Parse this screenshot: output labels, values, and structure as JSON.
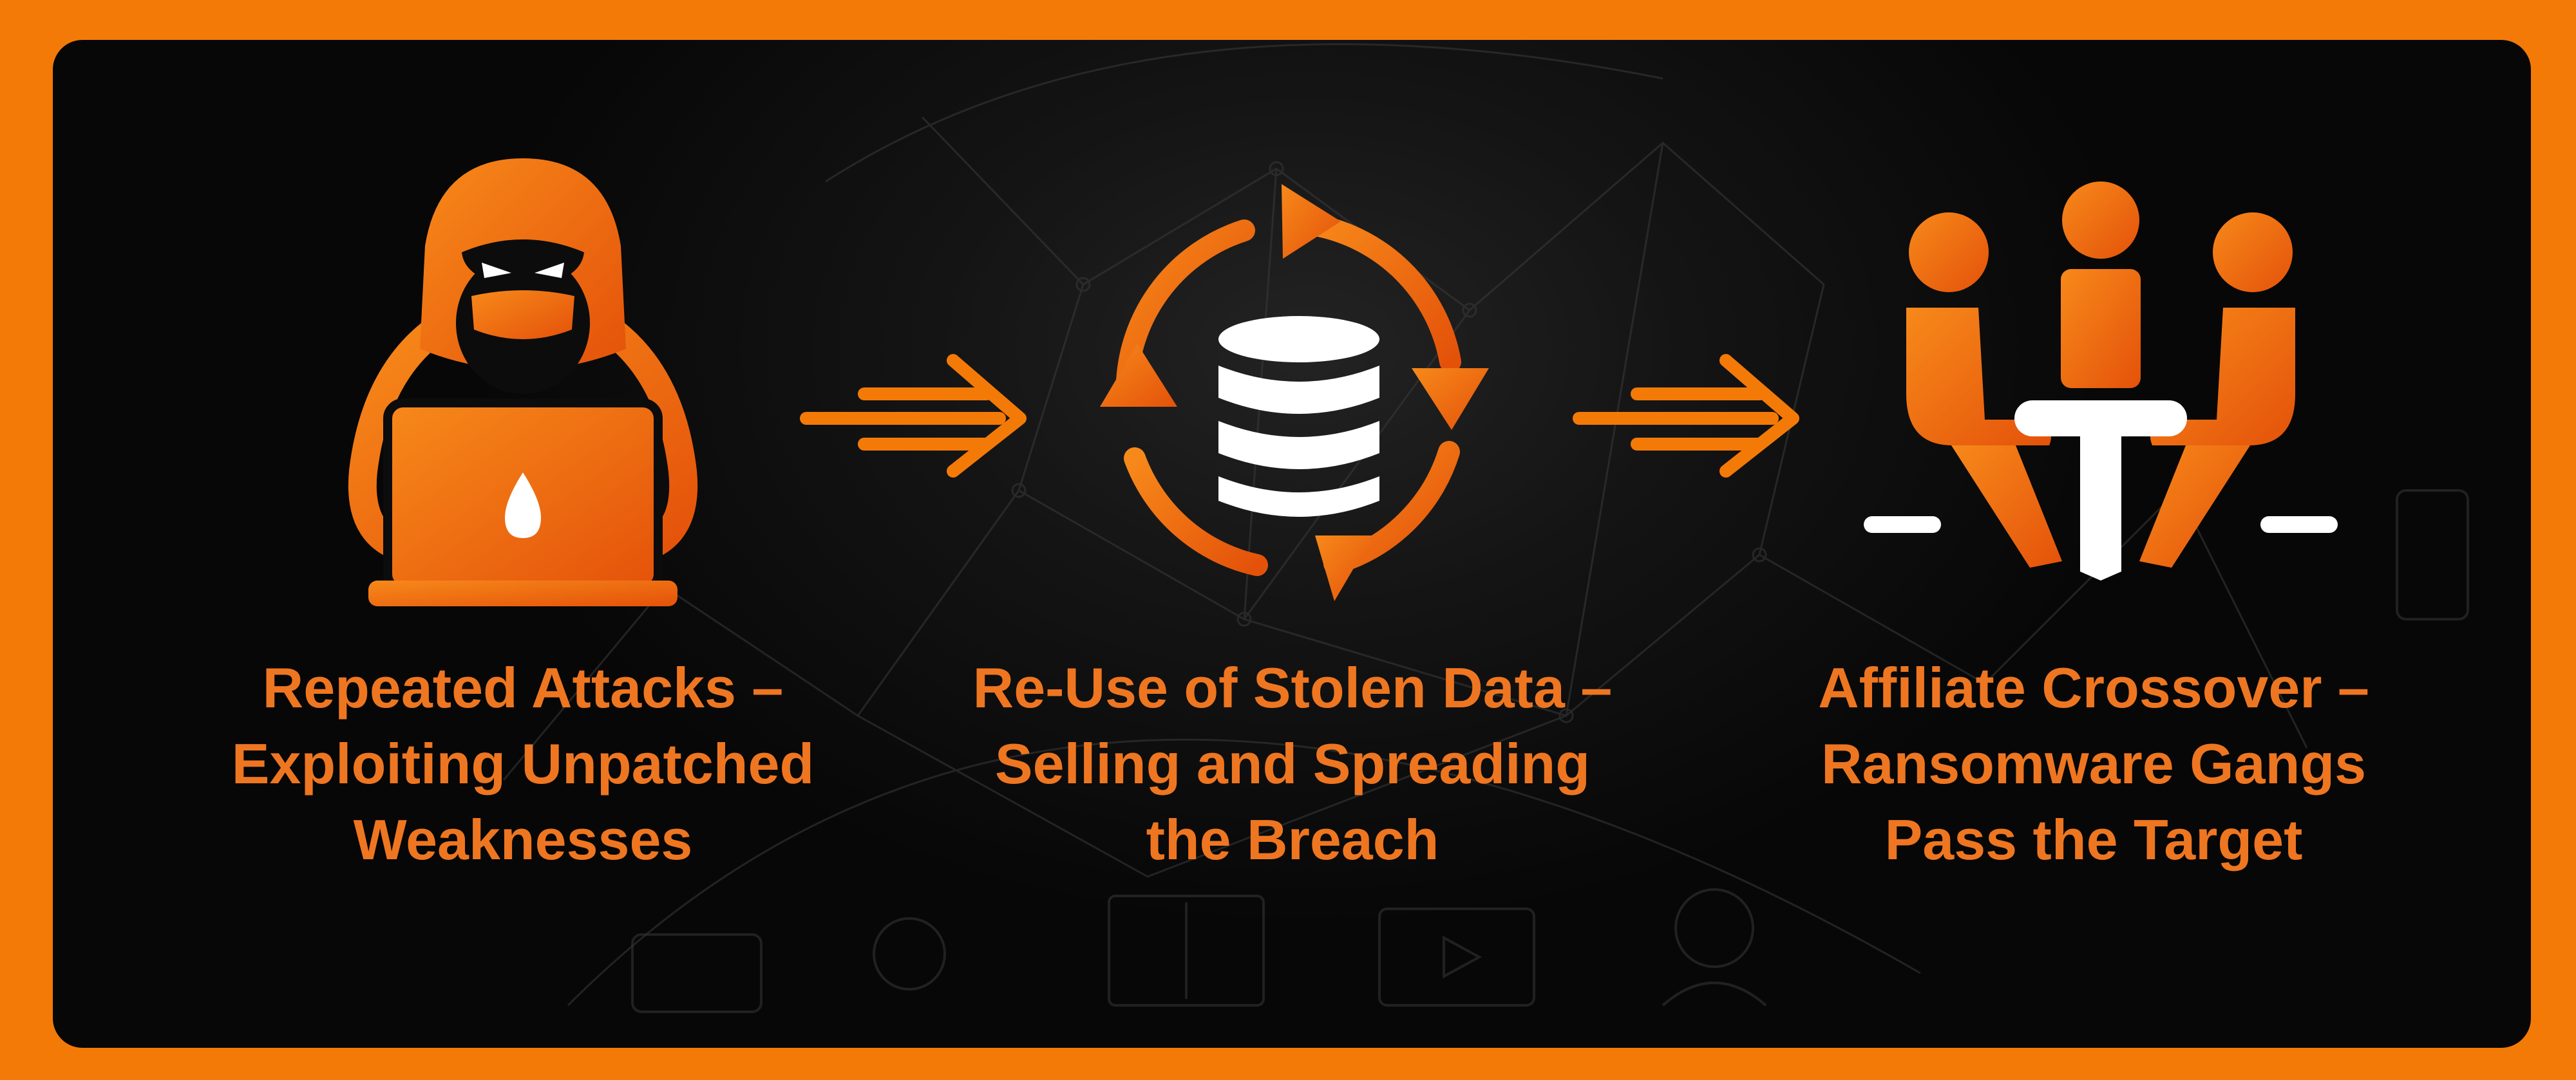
{
  "brand": {
    "orange": "#f47a08",
    "orange_dark": "#e4520a",
    "panel": "#0d0d0d"
  },
  "steps": [
    {
      "icon": "hooded-hacker-laptop-icon",
      "lines": [
        "Repeated Attacks –",
        "Exploiting Unpatched",
        "Weaknesses"
      ]
    },
    {
      "icon": "database-cycle-icon",
      "lines": [
        "Re-Use of Stolen Data –",
        "Selling and Spreading",
        "the Breach"
      ]
    },
    {
      "icon": "meeting-table-people-icon",
      "lines": [
        "Affiliate Crossover –",
        "Ransomware Gangs",
        "Pass the Target"
      ]
    }
  ],
  "connectors": [
    "fast-arrow-icon",
    "fast-arrow-icon"
  ]
}
